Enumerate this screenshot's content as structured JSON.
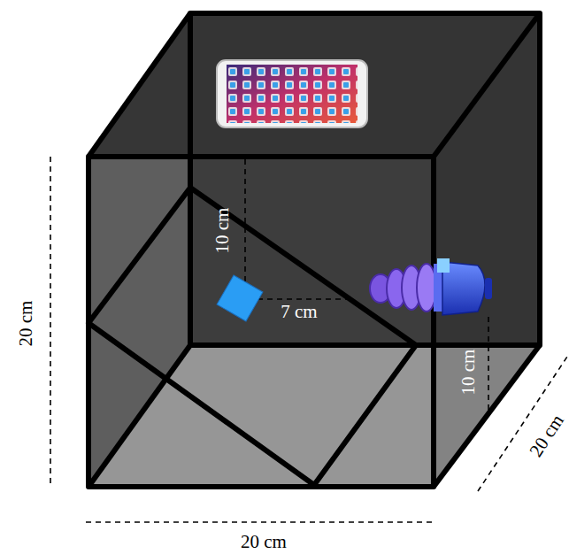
{
  "diagram": {
    "labels": [
      "20 cm",
      "10 cm",
      "7 cm",
      "10 cm",
      "20 cm",
      "20 cm"
    ]
  }
}
